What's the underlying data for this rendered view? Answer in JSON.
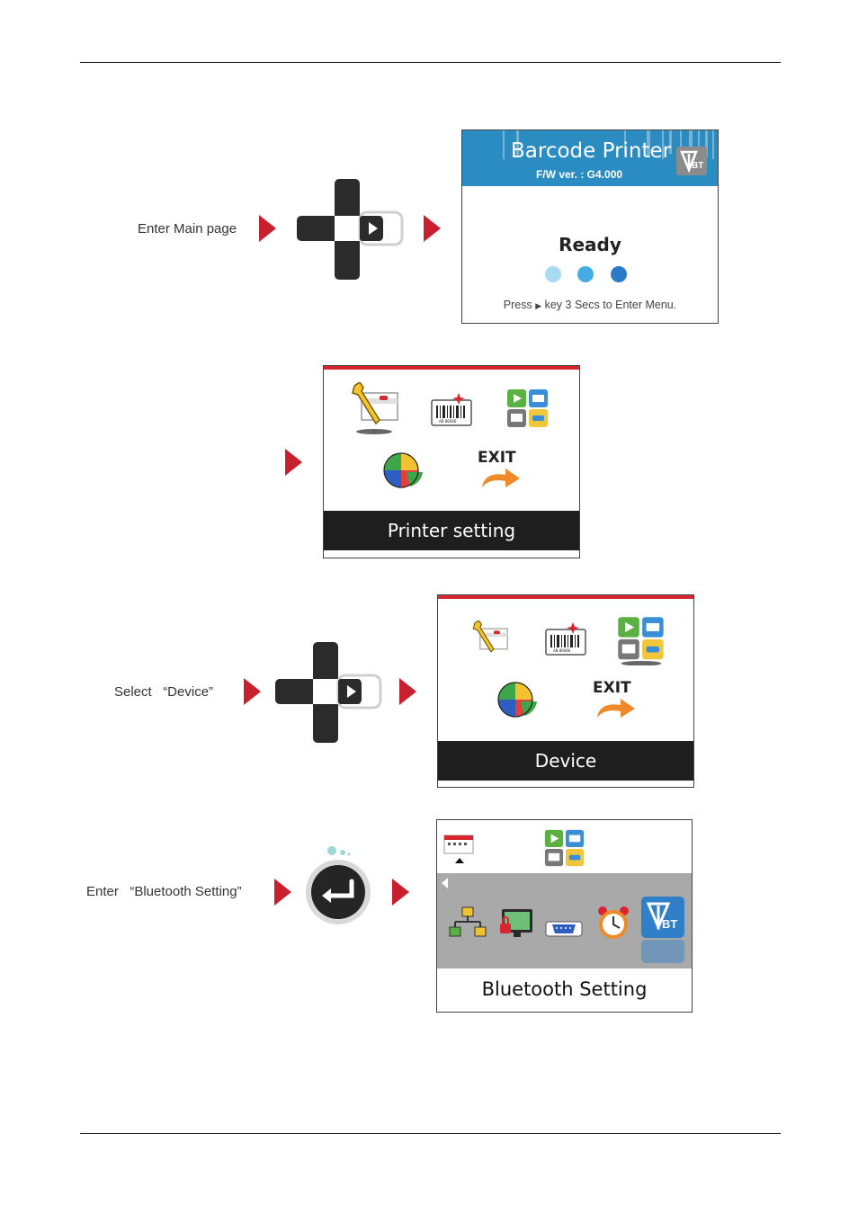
{
  "steps": [
    {
      "label": "Enter Main page"
    },
    {
      "label": "Select   “Device”"
    },
    {
      "label": "Enter   “Bluetooth Setting”"
    }
  ],
  "main_screen": {
    "title": "Barcode Printer",
    "firmware": "F/W ver. : G4.000",
    "bt_badge": "BT",
    "status": "Ready",
    "hint_before": "Press",
    "hint_after": "key 3 Secs to Enter Menu.",
    "dot_colors": [
      "#a8daf4",
      "#45ace6",
      "#2a7cc8"
    ]
  },
  "menu_screen_1": {
    "caption": "Printer setting",
    "exit_label": "EXIT",
    "barcode_text": "AB 86666"
  },
  "menu_screen_2": {
    "caption": "Device",
    "exit_label": "EXIT",
    "barcode_text": "AB 86666"
  },
  "bluetooth_screen": {
    "caption": "Bluetooth Setting",
    "bt_badge": "BT",
    "icons": [
      "network-icon",
      "lock-display-icon",
      "serial-port-icon",
      "alarm-clock-icon",
      "bluetooth-icon"
    ]
  },
  "colors": {
    "arrow": "#c8202f",
    "menu_red_bar": "#d8262e",
    "header_blue": "#2a8cc0",
    "bt_blue": "#2f7fc9"
  }
}
